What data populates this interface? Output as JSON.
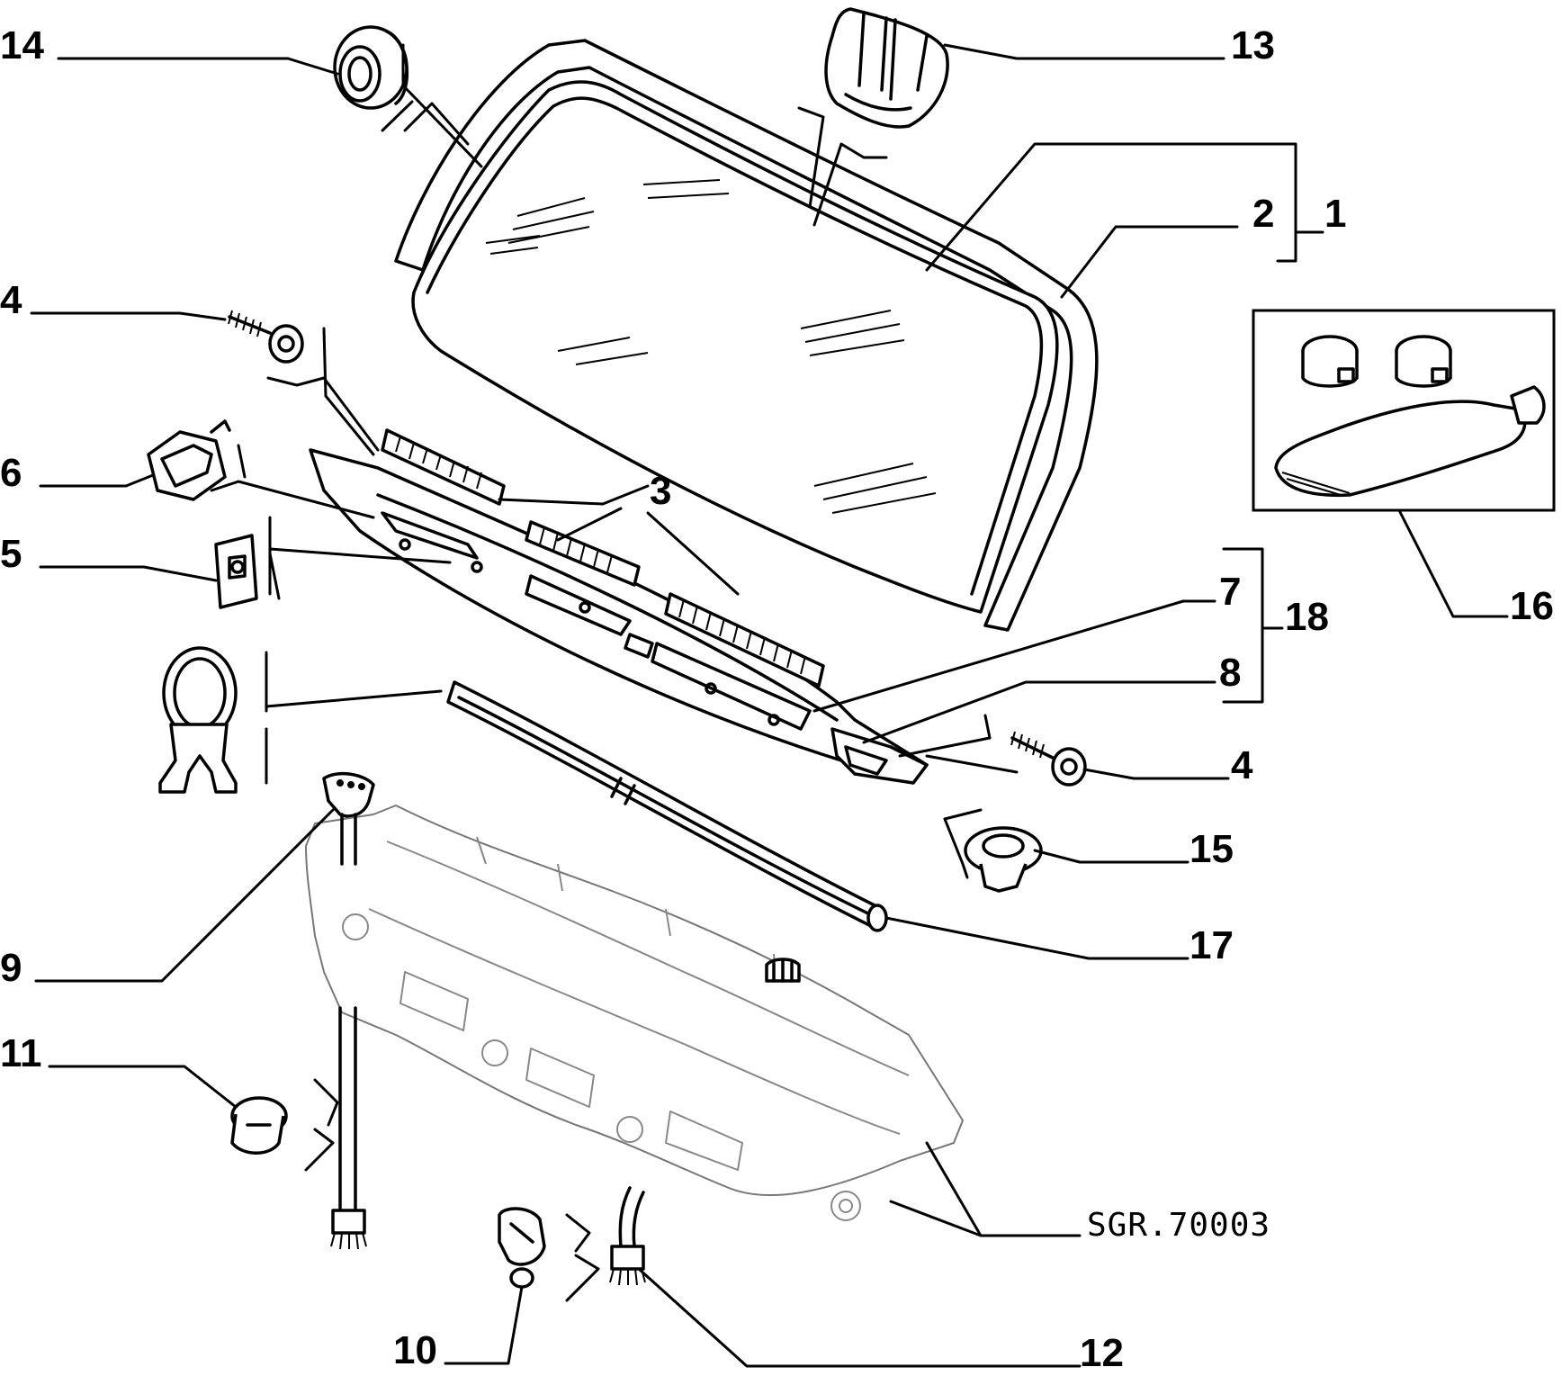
{
  "labels": {
    "l1": "1",
    "l2": "2",
    "l3": "3",
    "l4a": "4",
    "l4b": "4",
    "l5": "5",
    "l6": "6",
    "l7": "7",
    "l8": "8",
    "l9": "9",
    "l10": "10",
    "l11": "11",
    "l12": "12",
    "l13": "13",
    "l14": "14",
    "l15": "15",
    "l16": "16",
    "l17": "17",
    "l18": "18"
  },
  "reference_code": "SGR.70003"
}
